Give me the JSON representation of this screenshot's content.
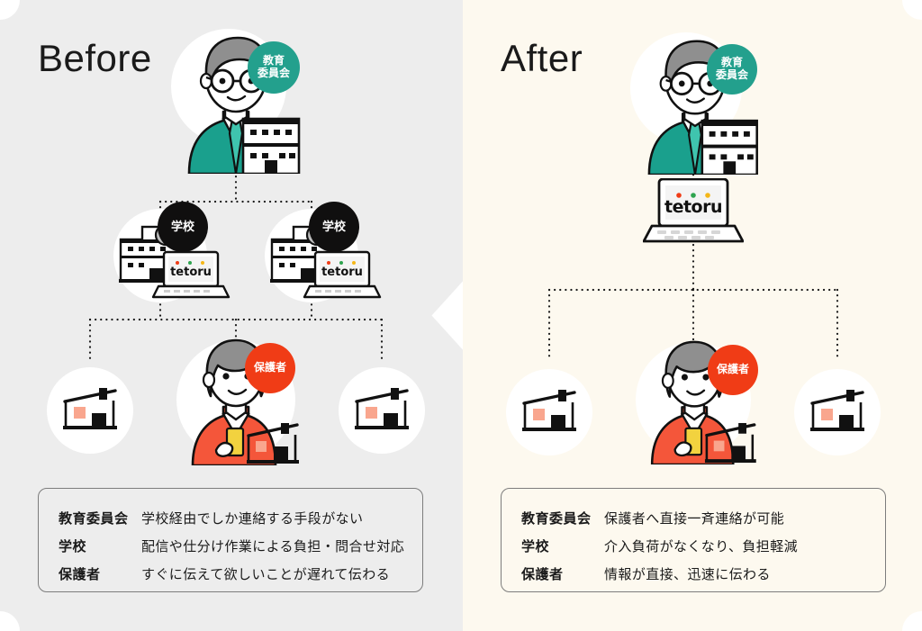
{
  "panels": {
    "before": {
      "heading": "Before",
      "bg_color": "#ededed",
      "nodes": {
        "board": {
          "badge": "教育委員会",
          "badge_line1": "教育",
          "badge_line2": "委員会",
          "badge_color": "#23a08d"
        },
        "school_left": {
          "badge": "学校",
          "badge_color": "#100f0f"
        },
        "school_right": {
          "badge": "学校",
          "badge_color": "#100f0f"
        },
        "guardian": {
          "badge": "保護者",
          "badge_color": "#f03c16"
        },
        "home_left": {
          "icon": "house-icon"
        },
        "home_right": {
          "icon": "house-icon"
        }
      },
      "info": {
        "rows": [
          {
            "label": "教育委員会",
            "text": "学校経由でしか連絡する手段がない"
          },
          {
            "label": "学校",
            "text": "配信や仕分け作業による負担・問合せ対応"
          },
          {
            "label": "保護者",
            "text": "すぐに伝えて欲しいことが遅れて伝わる"
          }
        ]
      }
    },
    "after": {
      "heading": "After",
      "bg_color": "#fdf9ef",
      "nodes": {
        "board": {
          "badge": "教育委員会",
          "badge_line1": "教育",
          "badge_line2": "委員会",
          "badge_color": "#23a08d"
        },
        "laptop": {
          "logo": "tetoru"
        },
        "guardian": {
          "badge": "保護者",
          "badge_color": "#f03c16"
        },
        "home_left": {
          "icon": "house-icon"
        },
        "home_right": {
          "icon": "house-icon"
        }
      },
      "info": {
        "rows": [
          {
            "label": "教育委員会",
            "text": "保護者へ直接一斉連絡が可能"
          },
          {
            "label": "学校",
            "text": "介入負荷がなくなり、負担軽減"
          },
          {
            "label": "保護者",
            "text": "情報が直接、迅速に伝わる"
          }
        ]
      }
    }
  },
  "logo": {
    "text": "tetoru",
    "segments": [
      "te",
      "to",
      "ru"
    ],
    "dot_colors": [
      "#f03c16",
      "#2ea44f",
      "#f5b718"
    ]
  },
  "colors": {
    "teal": "#23a08d",
    "red": "#f03c16",
    "black": "#100f0f",
    "panel_before": "#ededed",
    "panel_after": "#fdf9ef",
    "node_white": "#ffffff",
    "house_accent": "#f9a68e",
    "line": "#1a1a1a"
  }
}
